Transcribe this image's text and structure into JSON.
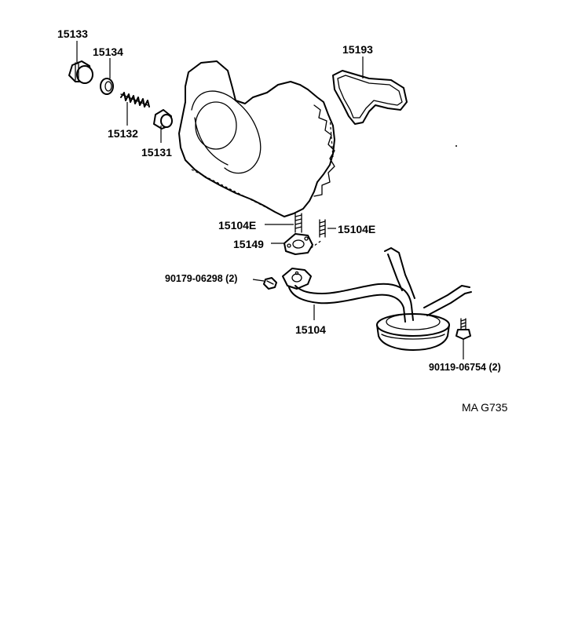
{
  "diagram": {
    "reference_code": "MA G735",
    "labels": {
      "p15133": "15133",
      "p15134": "15134",
      "p15132": "15132",
      "p15131": "15131",
      "p15193": "15193",
      "p15104E_left": "15104E",
      "p15104E_right": "15104E",
      "p15149": "15149",
      "p90179": "90179-06298 (2)",
      "p15104": "15104",
      "p90119": "90119-06754 (2)"
    },
    "parts": [
      {
        "number": "15133"
      },
      {
        "number": "15134"
      },
      {
        "number": "15132"
      },
      {
        "number": "15131"
      },
      {
        "number": "15193"
      },
      {
        "number": "15104E"
      },
      {
        "number": "15149"
      },
      {
        "number": "90179-06298",
        "quantity": 2
      },
      {
        "number": "15104"
      },
      {
        "number": "90119-06754",
        "quantity": 2
      }
    ]
  }
}
